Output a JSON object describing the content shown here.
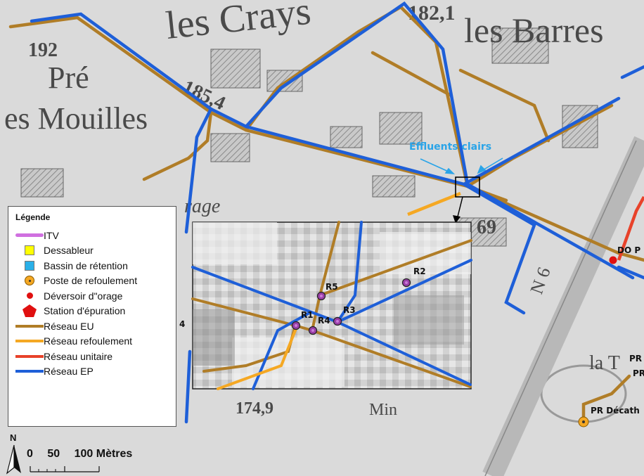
{
  "colors": {
    "reseau_eu": "#b07d27",
    "reseau_refoulement": "#f5a823",
    "reseau_unitaire": "#e8422a",
    "reseau_ep": "#1e5fd8",
    "itv": "#d070e0",
    "dessableur": "#ffff00",
    "bassin": "#2ab0e8",
    "poste": "#f5a823",
    "deversoir": "#e01010",
    "station": "#e01010",
    "callout": "#2aa4e8",
    "regard": "#9a3fa8"
  },
  "map": {
    "place_labels": {
      "les_crays": "les Crays",
      "les_barres": "les Barres",
      "pre": "Pré",
      "les_mouilles": "es Mouilles",
      "num_192": "192",
      "num_182": "182,1",
      "num_185": "185,4",
      "num_174": "174,9",
      "num_169": "69",
      "rage": "rage",
      "min": "Min",
      "la_t": "la T",
      "n6": "N 6",
      "left_4": "4"
    },
    "callout_label": "Effluents clairs",
    "do_label": "DO P",
    "pr_labels": [
      "PR",
      "PR"
    ],
    "pr_decathlon": "PR Décath"
  },
  "inset": {
    "manholes": [
      {
        "id": "R1",
        "label": "R1"
      },
      {
        "id": "R2",
        "label": "R2"
      },
      {
        "id": "R3",
        "label": "R3"
      },
      {
        "id": "R4",
        "label": "R4"
      },
      {
        "id": "R5",
        "label": "R5"
      }
    ]
  },
  "legend": {
    "title": "Légende",
    "items": [
      {
        "label": "ITV",
        "symbol": "line",
        "color": "#d070e0"
      },
      {
        "label": "Dessableur",
        "symbol": "square",
        "color": "#ffff00"
      },
      {
        "label": "Bassin de rétention",
        "symbol": "square",
        "color": "#2ab0e8"
      },
      {
        "label": "Poste de refoulement",
        "symbol": "ring",
        "color": "#f5a823"
      },
      {
        "label": "Déversoir d\"orage",
        "symbol": "dot",
        "color": "#e01010"
      },
      {
        "label": "Station d'épuration",
        "symbol": "pentagon",
        "color": "#e01010"
      },
      {
        "label": "Réseau EU",
        "symbol": "line",
        "color": "#b07d27"
      },
      {
        "label": "Réseau refoulement",
        "symbol": "line",
        "color": "#f5a823"
      },
      {
        "label": "Réseau unitaire",
        "symbol": "line",
        "color": "#e8422a"
      },
      {
        "label": "Réseau EP",
        "symbol": "line",
        "color": "#1e5fd8"
      }
    ]
  },
  "scalebar": {
    "north": "N",
    "ticks": [
      "0",
      "50",
      "100 Mètres"
    ]
  }
}
